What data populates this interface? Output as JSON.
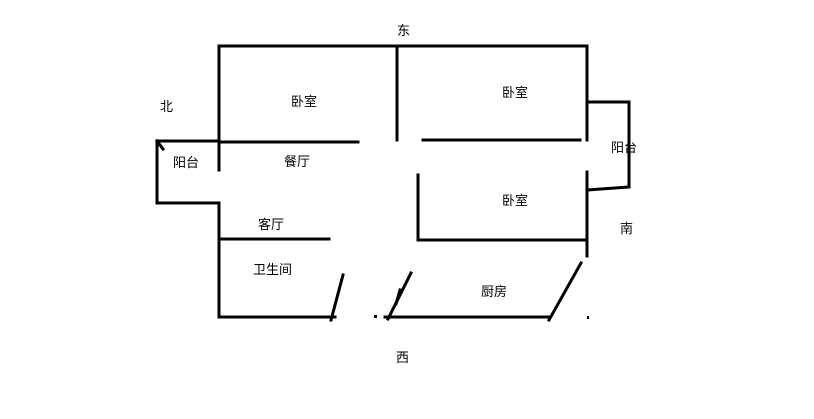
{
  "directions": {
    "east": "东",
    "west": "西",
    "south": "南",
    "north": "北"
  },
  "rooms": {
    "bedroom_top_left": "卧室",
    "bedroom_top_right": "卧室",
    "bedroom_middle_right": "卧室",
    "dining_room": "餐厅",
    "living_room": "客厅",
    "bathroom": "卫生间",
    "kitchen": "厨房",
    "balcony_north": "阳台",
    "balcony_south": "阳台"
  }
}
